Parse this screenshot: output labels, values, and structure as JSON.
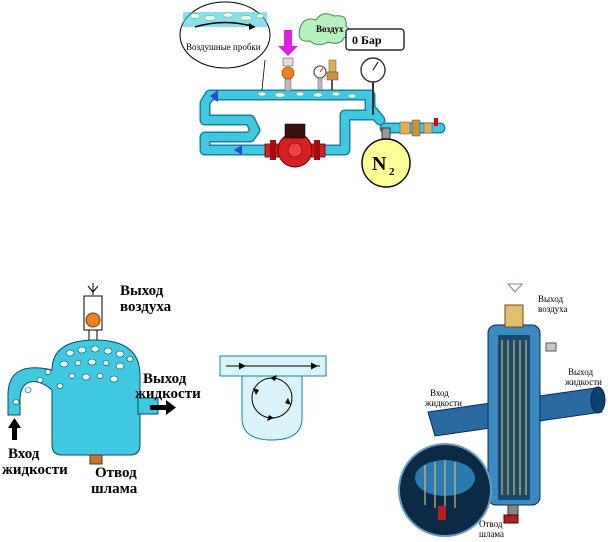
{
  "top_diagram": {
    "air_cloud_label": "Воздух",
    "pressure_readout": "0 Бар",
    "air_pockets_label": "Воздушные пробки",
    "tank_label_main": "N",
    "tank_label_sub": "2"
  },
  "separator_diagram": {
    "air_outlet": [
      "Выход",
      "воздуха"
    ],
    "liquid_outlet": [
      "Выход",
      "жидкости"
    ],
    "liquid_inlet": [
      "Вход",
      "жидкости"
    ],
    "sludge_drain": [
      "Отвод",
      "шлама"
    ]
  },
  "photo_diagram": {
    "air_outlet": [
      "Выход",
      "воздуха"
    ],
    "liquid_outlet": [
      "Выход",
      "жидкости"
    ],
    "liquid_inlet": [
      "Вход",
      "жидкости"
    ],
    "sludge_drain": [
      "Отвод",
      "шлама"
    ]
  },
  "colors": {
    "water": "#40c8e0",
    "water_dark": "#1a7fa0",
    "pump": "#d42020",
    "tank": "#ffff99",
    "cloud": "#b8f0c0",
    "arrow_magenta": "#e020e0",
    "vent": "#f08020"
  }
}
